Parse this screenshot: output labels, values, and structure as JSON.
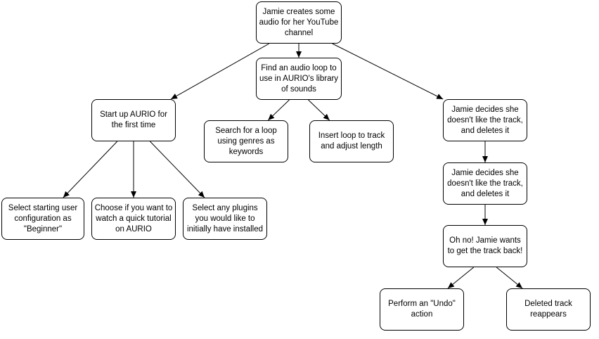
{
  "nodes": {
    "n1": "Jamie creates some audio for her YouTube channel",
    "n2": "Find an audio loop to use in AURIO's library of sounds",
    "n3": "Start up AURIO for the first time",
    "n4": "Search for a loop using genres as keywords",
    "n5": "Insert loop to track and adjust length",
    "n6": "Jamie decides she doesn't like the track, and deletes it",
    "n7": "Jamie decides she doesn't like the track, and deletes it",
    "n8": "Select starting user configuration as \"Beginner\"",
    "n9": "Choose if you want to watch a quick tutorial on AURIO",
    "n10": "Select any plugins you would like to initially have installed",
    "n11": "Oh no! Jamie wants to get the track back!",
    "n12": "Perform an \"Undo\" action",
    "n13": "Deleted track reappears"
  },
  "edges": [
    [
      "n1",
      "n2"
    ],
    [
      "n1",
      "n3"
    ],
    [
      "n1",
      "n6"
    ],
    [
      "n2",
      "n4"
    ],
    [
      "n2",
      "n5"
    ],
    [
      "n3",
      "n8"
    ],
    [
      "n3",
      "n9"
    ],
    [
      "n3",
      "n10"
    ],
    [
      "n6",
      "n7"
    ],
    [
      "n7",
      "n11"
    ],
    [
      "n11",
      "n12"
    ],
    [
      "n11",
      "n13"
    ]
  ]
}
